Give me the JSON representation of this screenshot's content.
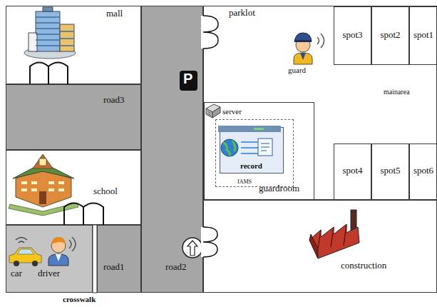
{
  "diagram": {
    "nodes": [
      {
        "text": [
          "mall"
        ]
      },
      {
        "text": [
          "road3"
        ]
      },
      {
        "text": [
          "school"
        ]
      },
      {
        "text": [
          "car",
          "driver"
        ]
      },
      {
        "text": [
          "road1"
        ]
      },
      {
        "text": [
          "road2"
        ]
      },
      {
        "text": [
          "parklot"
        ]
      },
      {
        "text": [
          "spot3"
        ],
        "in": 6
      },
      {
        "text": [
          "spot2"
        ],
        "in": 6
      },
      {
        "text": [
          "spot1"
        ],
        "in": 6
      },
      {
        "text": [
          "guardroom"
        ],
        "in": 6
      },
      {
        "text": [
          "IAMS"
        ],
        "in": 10
      },
      {
        "text": [
          "record"
        ],
        "in": 11
      },
      {
        "text": [
          "spot4"
        ],
        "in": 6
      },
      {
        "text": [
          "spot5"
        ],
        "in": 6
      },
      {
        "text": [
          "spot6"
        ],
        "in": 6
      },
      {
        "text": [
          "construction"
        ]
      }
    ],
    "labels": [
      "guard",
      "P",
      "mainarea",
      "server",
      "crosswalk"
    ]
  }
}
